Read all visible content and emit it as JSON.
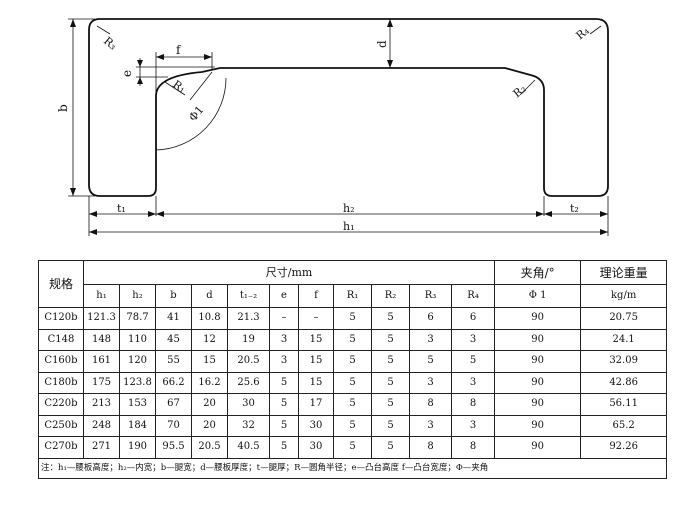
{
  "drawing": {
    "labels": {
      "R3": "R₃",
      "R4": "R₄",
      "R1": "R₁",
      "R2": "R₂",
      "f": "f",
      "e": "e",
      "d": "d",
      "b": "b",
      "phi1": "Φ1",
      "t1": "t₁",
      "t2": "t₂",
      "h1": "h₁",
      "h2": "h₂"
    }
  },
  "table": {
    "header": {
      "spec": "规格",
      "dims": "尺寸/mm",
      "angle": "夹角/°",
      "weight": "理论重量"
    },
    "subheader": [
      "h₁",
      "h₂",
      "b",
      "d",
      "t₁₋₂",
      "e",
      "f",
      "R₁",
      "R₂",
      "R₃",
      "R₄",
      "Φ 1",
      "kg/m"
    ],
    "rows": [
      [
        "C120b",
        "121.3",
        "78.7",
        "41",
        "10.8",
        "21.3",
        "–",
        "–",
        "5",
        "5",
        "6",
        "6",
        "90",
        "20.75"
      ],
      [
        "C148",
        "148",
        "110",
        "45",
        "12",
        "19",
        "3",
        "15",
        "5",
        "5",
        "3",
        "3",
        "90",
        "24.1"
      ],
      [
        "C160b",
        "161",
        "120",
        "55",
        "15",
        "20.5",
        "3",
        "15",
        "5",
        "5",
        "5",
        "5",
        "90",
        "32.09"
      ],
      [
        "C180b",
        "175",
        "123.8",
        "66.2",
        "16.2",
        "25.6",
        "5",
        "15",
        "5",
        "5",
        "3",
        "3",
        "90",
        "42.86"
      ],
      [
        "C220b",
        "213",
        "153",
        "67",
        "20",
        "30",
        "5",
        "17",
        "5",
        "5",
        "8",
        "8",
        "90",
        "56.11"
      ],
      [
        "C250b",
        "248",
        "184",
        "70",
        "20",
        "32",
        "5",
        "30",
        "5",
        "5",
        "3",
        "3",
        "90",
        "65.2"
      ],
      [
        "C270b",
        "271",
        "190",
        "95.5",
        "20.5",
        "40.5",
        "5",
        "30",
        "5",
        "5",
        "8",
        "8",
        "90",
        "92.26"
      ]
    ],
    "note": "注：h₁—腰板高度；h₂—内宽；b—腿宽；d—腰板厚度；t—腿厚；R—圆角半径；e—凸台高度 f—凸台宽度；Φ—夹角"
  }
}
